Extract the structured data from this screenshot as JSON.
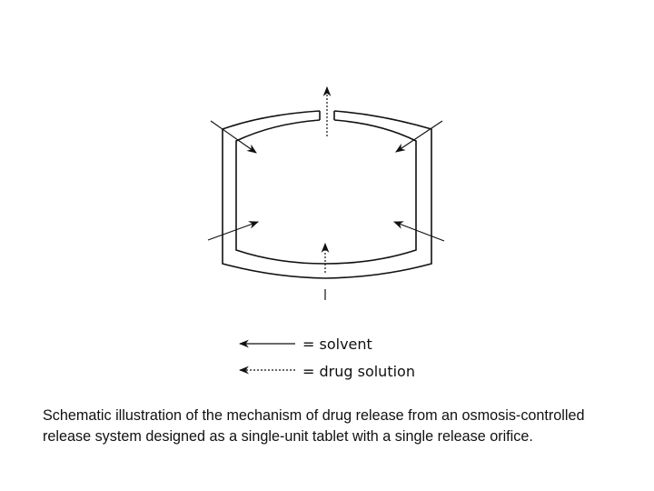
{
  "legend": {
    "solvent_label": "= solvent",
    "drug_solution_label": "= drug solution"
  },
  "caption": {
    "text": "Schematic illustration of the mechanism of drug release from an osmosis-controlled release system designed as a single-unit tablet with a single release orifice."
  },
  "colors": {
    "stroke": "#111111",
    "background": "#ffffff"
  }
}
